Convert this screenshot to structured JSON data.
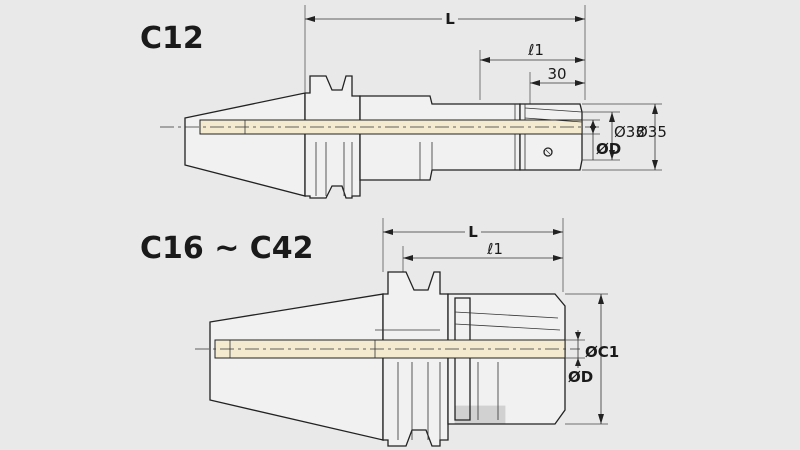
{
  "drawing_top": {
    "model_label": "C12",
    "dimensions": {
      "overall_length": "L",
      "clamping_length": "ℓ1",
      "nose_length": "30",
      "diameter_33": "Ø33",
      "diameter_35": "Ø35",
      "bore_diameter": "ØD"
    }
  },
  "drawing_bottom": {
    "model_label": "C16 ~ C42",
    "dimensions": {
      "overall_length": "L",
      "clamping_length": "ℓ1",
      "collar_diameter": "ØC1",
      "bore_diameter": "ØD"
    }
  },
  "colors": {
    "background": "#e9e9e9",
    "body": "#f1f1f1",
    "bore_fill": "#f3ead0",
    "lines": "#222222"
  }
}
